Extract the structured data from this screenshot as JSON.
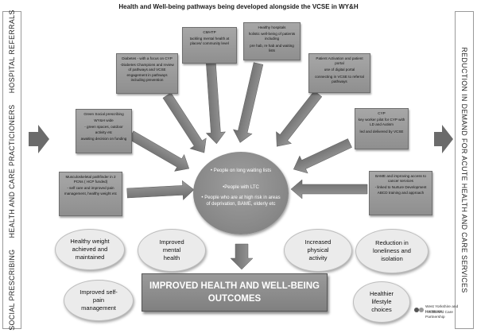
{
  "title": "Health and Well-being pathways being developed alongside the VCSE in WY&H",
  "left_panel": "SOCIAL PRESCRIBING     HEALTH AND CARE PRACTICIONERS     HOSPITAL REFERRALS",
  "right_panel": "REDUCTION IN DEMAND FOR ACUTE HEALTH AND CARE SERVICES",
  "boxes": {
    "cmhp": [
      "CMHTP",
      "tackling mental health at places/ community level"
    ],
    "healthy_hospitals": [
      "Healthy hospitals",
      "holistic well-being of patients including",
      "pre hab, re hab and waiting lists"
    ],
    "diabetes": [
      "Diabetes - with a focus on CYP",
      "-Diabetes Champions and review of pathways and VCSE engagement in pathways including prevention"
    ],
    "patient_activation": [
      "Patient Activation and patient portal",
      "use of digital portal",
      "connecting in VCSE to referral pathways"
    ],
    "green": [
      "Green Social prescribing",
      "WY&H wide",
      "- green spaces, outdoor activity etc",
      "awaiting decision on funding"
    ],
    "cyp": [
      "CYP",
      "key worker pilot for CYP with LD and Autism",
      "led and delivered by VCSE"
    ],
    "msk": [
      "Musculoskeletal pathfinder in 2 PCNs ( HCP funded)",
      "- self care and improved pain management, healthy weight etc"
    ],
    "bame": [
      "BAME and improving access to cancer services",
      "- linked to Nurture Development ABCD training and approach"
    ]
  },
  "center": [
    "• People on long waiting lists",
    "•People with LTC",
    "• People who are at high risk in areas of deprivation, BAME, elderly etc"
  ],
  "ovals": {
    "healthy_weight": [
      "Healthy weight",
      "achieved and",
      "maintained"
    ],
    "mental_health": [
      "Improved",
      "mental",
      "health"
    ],
    "physical_activity": [
      "Increased",
      "physical",
      "activity"
    ],
    "loneliness": [
      "Reduction in",
      "loneliness and",
      "isolation"
    ],
    "self_pain": [
      "Improved self-",
      "pain",
      "management"
    ],
    "lifestyle": [
      "Healthier",
      "lifestyle",
      "choices"
    ]
  },
  "banner": [
    "IMPROVED HEALTH AND WELL-BEING",
    "OUTCOMES"
  ],
  "logo": [
    "West Yorkshire and Harrogate",
    "Health and Care Partnership"
  ]
}
